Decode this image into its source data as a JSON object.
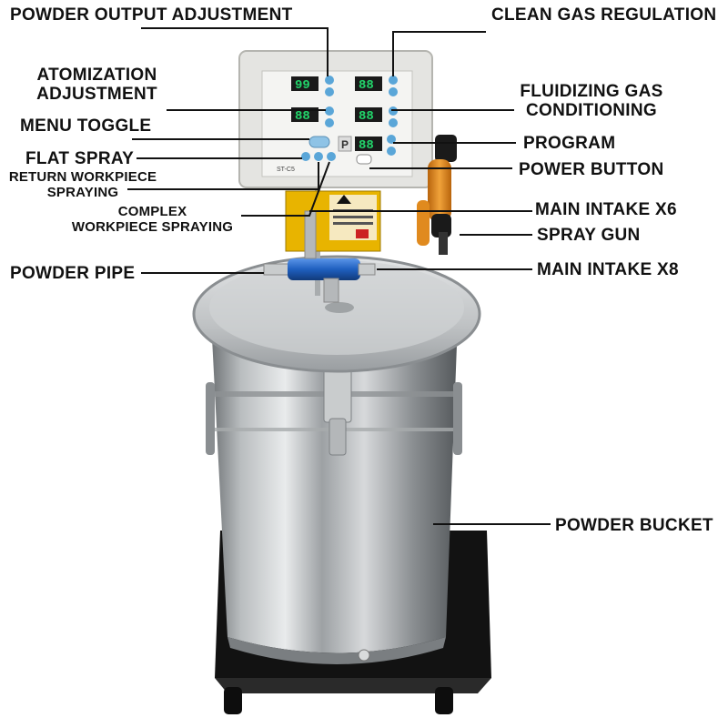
{
  "labels": {
    "powder_output_adjustment": "POWDER OUTPUT ADJUSTMENT",
    "clean_gas_regulation": "CLEAN GAS REGULATION",
    "atomization_adjustment": [
      "ATOMIZATION",
      "ADJUSTMENT"
    ],
    "fluidizing_gas_conditioning": [
      "FLUIDIZING GAS",
      "CONDITIONING"
    ],
    "menu_toggle": "MENU TOGGLE",
    "program": "PROGRAM",
    "flat_spray": "FLAT SPRAY",
    "power_button": "POWER BUTTON",
    "return_workpiece_spraying": [
      "RETURN WORKPIECE",
      "SPRAYING"
    ],
    "complex_workpiece_spraying": [
      "COMPLEX",
      "WORKPIECE SPRAYING"
    ],
    "main_intake_x6": "MAIN INTAKE X6",
    "spray_gun": "SPRAY GUN",
    "powder_pipe": "POWDER PIPE",
    "main_intake_x8": "MAIN INTAKE X8",
    "powder_bucket": "POWDER BUCKET"
  },
  "panel": {
    "displays": [
      "99",
      "88",
      "88",
      "88",
      "88"
    ],
    "program_key": "P",
    "model_mark": "ST-C5"
  },
  "colors": {
    "display_digits": "#22d36a",
    "button_blue": "#5aa6d8",
    "powder_pipe_blue": "#1f5fbf",
    "warning_yellow": "#e8b400",
    "gun_orange": "#e08a1e",
    "platform_black": "#121212"
  },
  "icons": [
    "power-icon",
    "menu-icon",
    "flat-spray-icon",
    "return-spray-icon",
    "complex-spray-icon",
    "up-arrow-icon",
    "down-arrow-icon",
    "warning-icon"
  ]
}
